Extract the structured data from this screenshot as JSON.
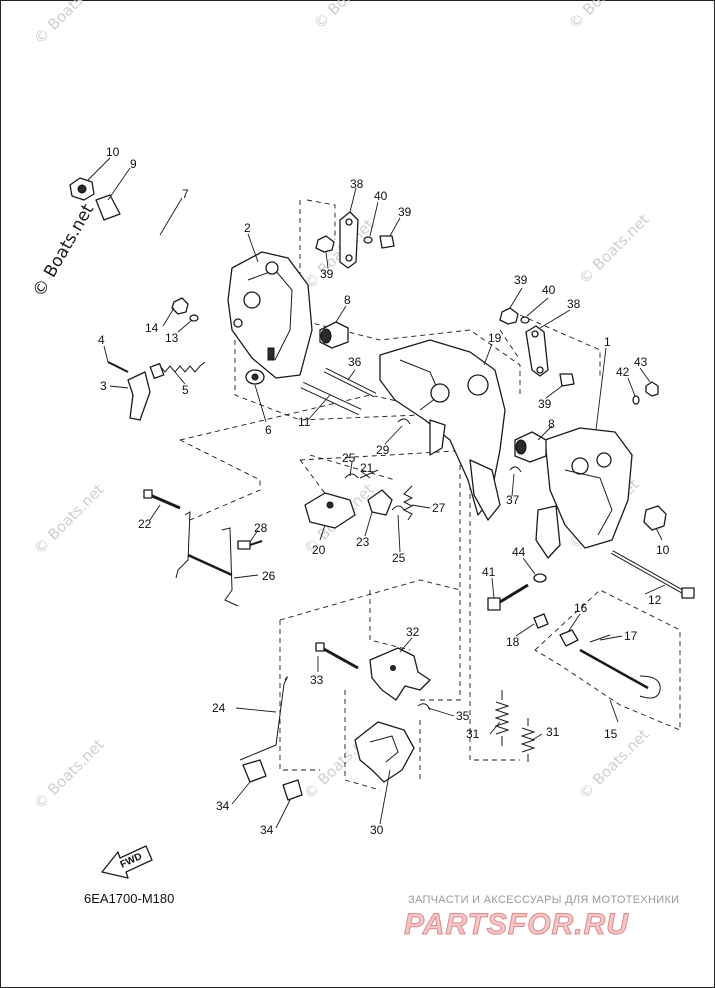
{
  "diagram": {
    "drawing_code": "6EA1700-M180",
    "direction_label": "FWD",
    "watermark": "© Boats.net",
    "watermark_prominent": "© Boats.net",
    "brand": {
      "tagline": "ЗАПЧАСТИ И АКСЕССУАРЫ ДЛЯ МОТОТЕХНИКИ",
      "name": "PARTSFOR.RU"
    },
    "callouts": [
      "10",
      "9",
      "7",
      "2",
      "38",
      "40",
      "39",
      "39",
      "8",
      "14",
      "13",
      "4",
      "3",
      "5",
      "6",
      "11",
      "36",
      "19",
      "39",
      "40",
      "38",
      "1",
      "43",
      "42",
      "39",
      "8",
      "29",
      "25",
      "21",
      "37",
      "22",
      "28",
      "20",
      "23",
      "25",
      "27",
      "26",
      "24",
      "44",
      "41",
      "16",
      "17",
      "12",
      "10",
      "18",
      "32",
      "33",
      "35",
      "31",
      "31",
      "15",
      "34",
      "34",
      "30"
    ]
  }
}
